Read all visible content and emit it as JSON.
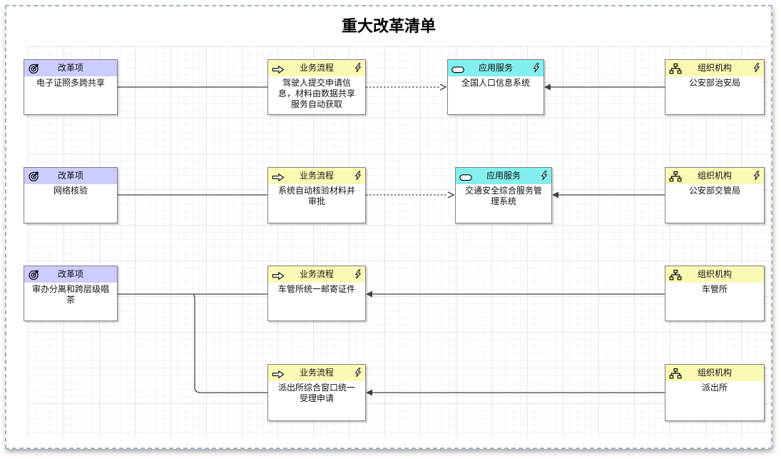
{
  "page": {
    "title": "重大改革清单"
  },
  "colors": {
    "reform_header": "#ccccff",
    "process_header": "#fbfab5",
    "service_header": "#84efef",
    "org_header": "#fbfab5",
    "node_border": "#808080",
    "connector": "#404040",
    "page_border_dashed": "#a8b4c6"
  },
  "icons": {
    "reform": "target-icon",
    "process": "arrow-right-icon",
    "service": "rounded-rect-icon",
    "org": "org-chart-icon",
    "flash": "lightning-icon"
  },
  "nodes": {
    "reform1": {
      "type_label": "改革项",
      "title": "电子证照多跨共享"
    },
    "process1": {
      "type_label": "业务流程",
      "title": "驾驶人提交申请信\n息，材料由数据共享\n服务自动获取"
    },
    "service1": {
      "type_label": "应用服务",
      "title": "全国人口信息系统"
    },
    "org1": {
      "type_label": "组织机构",
      "title": "公安部治安局"
    },
    "reform2": {
      "type_label": "改革项",
      "title": "网络核验"
    },
    "process2": {
      "type_label": "业务流程",
      "title": "系统自动核验材料并\n审批"
    },
    "service2": {
      "type_label": "应用服务",
      "title": "交通安全综合服务管\n理系统"
    },
    "org2": {
      "type_label": "组织机构",
      "title": "公安部交管局"
    },
    "reform3": {
      "type_label": "改革项",
      "title": "审办分离和跨层级唱\n茶"
    },
    "process3": {
      "type_label": "业务流程",
      "title": "车管所统一邮寄证件"
    },
    "org3": {
      "type_label": "组织机构",
      "title": "车管所"
    },
    "process4": {
      "type_label": "业务流程",
      "title": "派出所综合窗口统一\n受理申请"
    },
    "org4": {
      "type_label": "组织机构",
      "title": "派出所"
    }
  }
}
